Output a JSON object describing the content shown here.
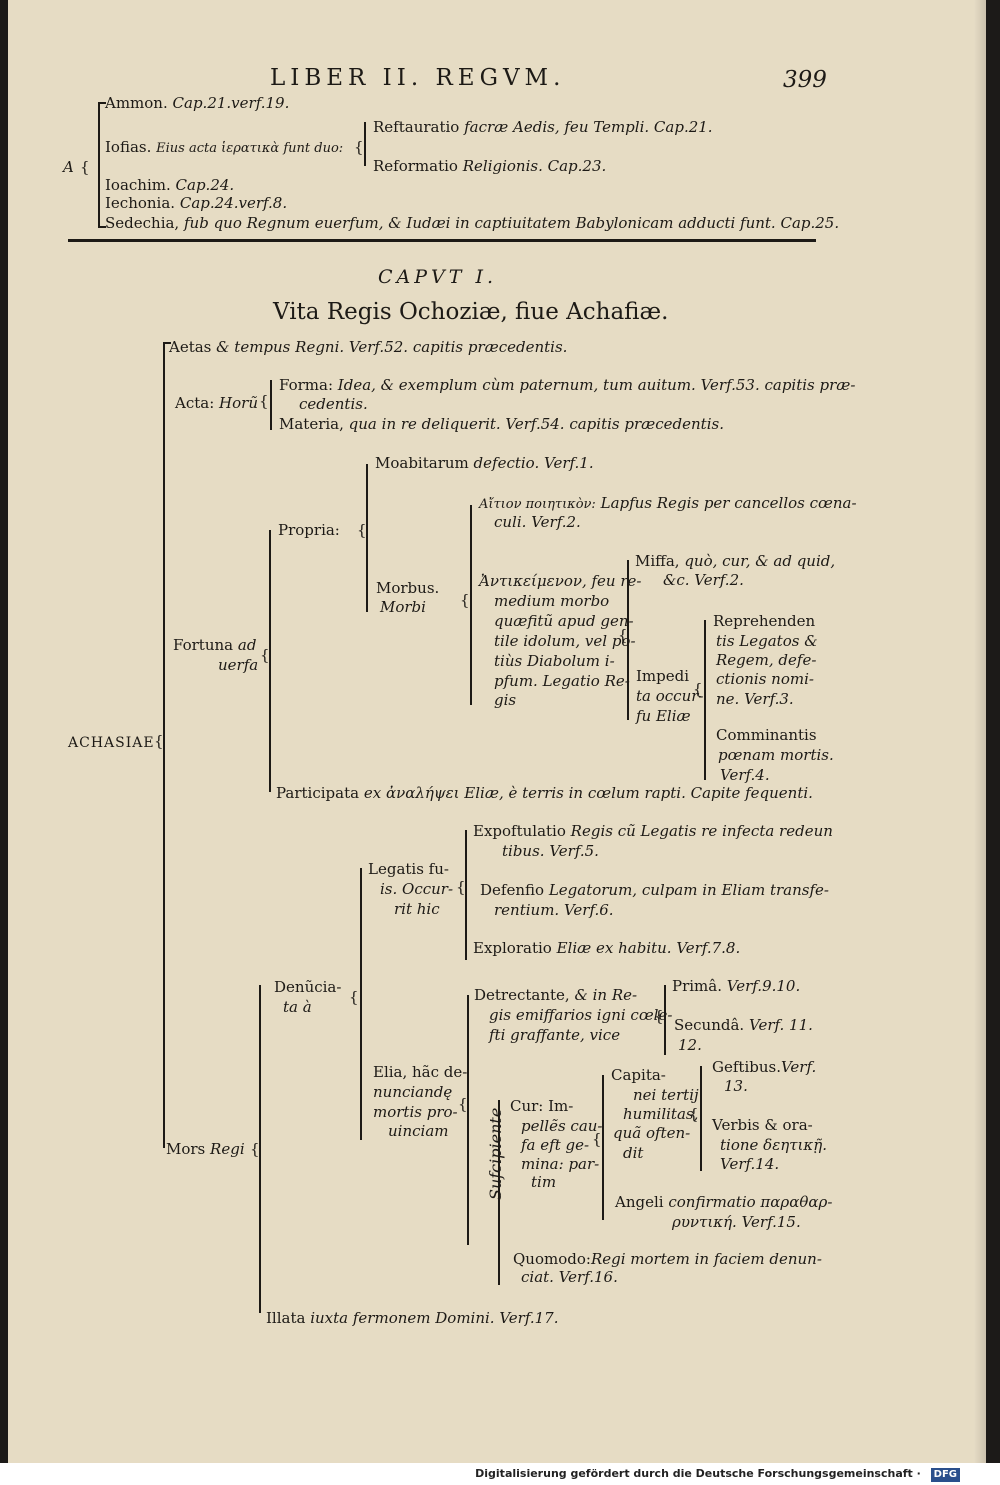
{
  "header": {
    "running_title": "LIBER II. REGVM.",
    "page_number": "399"
  },
  "top_table": {
    "root": "A",
    "items": [
      {
        "name": "Ammon.",
        "ref": "Cap.21.verf.19."
      },
      {
        "name": "Iofias.",
        "note": "Eius acta ἱερατικὰ funt duo:"
      },
      {
        "name": "Ioachim.",
        "ref": "Cap.24."
      },
      {
        "name": "Iechonia.",
        "ref": "Cap.24.verf.8."
      },
      {
        "name": "Sedechia,",
        "note": "fub quo Regnum euerfum, & Iudæi in captiuitatem Babylonicam adducti funt. Cap.25."
      }
    ],
    "iosias_sub": [
      {
        "name": "Reftauratio",
        "note": "facræ Aedis, feu Templi. Cap.21."
      },
      {
        "name": "Reformatio",
        "note": "Religionis. Cap.23."
      }
    ]
  },
  "chapter": {
    "label": "CAPVT I.",
    "title": "Vita Regis Ochoziæ, fiue Achafiæ."
  },
  "tree": {
    "root": "ACHASIAE",
    "aetas": {
      "name": "Aetas",
      "note": "& tempus Regni. Verf.52. capitis præcedentis."
    },
    "acta": {
      "name": "Acta:",
      "note": "Horũ"
    },
    "forma": {
      "name": "Forma:",
      "note1": "Idea, & exemplum cùm paternum, tum auitum. Verf.53. capitis præ-",
      "note2": "cedentis."
    },
    "materia": {
      "name": "Materia,",
      "note": "qua in re deliquerit. Verf.54. capitis præcedentis."
    },
    "fortuna": {
      "name": "Fortuna",
      "note1": "ad",
      "note2": "uerfa"
    },
    "propria": {
      "name": "Propria:"
    },
    "moabitarum": {
      "name": "Moabitarum",
      "note": "defectio. Verf.1."
    },
    "morbus": {
      "name1": "Morbus.",
      "name2": "Morbi"
    },
    "aition": {
      "greek": "Αἴτιον ποιητικὸν:",
      "note1": "Lapfus Regis per cancellos cœna-",
      "note2": "culi. Verf.2."
    },
    "antikeimenon": {
      "lines": [
        "Ἀντικείμενον, feu re-",
        "medium morbo",
        "quæfitũ apud gen-",
        "tile idolum, vel po-",
        "tiùs Diabolum i-",
        "pfum. Legatio Re-",
        "gis"
      ]
    },
    "missa": {
      "name": "Miffa,",
      "note1": "quò, cur, & ad quid,",
      "note2": "&c. Verf.2."
    },
    "impedita": {
      "name": "Impedi",
      "note1": "ta occur-",
      "note2": "fu Eliæ"
    },
    "reprehendentis": {
      "lines": [
        "Reprehenden",
        "tis Legatos &",
        "Regem, defe-",
        "ctionis nomi-",
        "ne. Verf.3."
      ]
    },
    "comminantis": {
      "lines": [
        "Comminantis",
        "pœnam mortis.",
        "Verf.4."
      ]
    },
    "participata": {
      "name": "Participata",
      "note": "ex ἀναλήψει Eliæ, è terris in cœlum rapti. Capite fequenti."
    },
    "legatis": {
      "lines": [
        "Legatis fu-",
        "is. Occur-",
        "rit hic"
      ]
    },
    "expostulatio": {
      "name": "Expoftulatio",
      "note1": "Regis cũ Legatis re infecta redeun",
      "note2": "tibus. Verf.5."
    },
    "defensio": {
      "name": "Defenfio",
      "note1": "Legatorum, culpam in Eliam transfe-",
      "note2": "rentium. Verf.6."
    },
    "exploratio": {
      "name": "Exploratio",
      "note": "Eliæ ex habitu. Verf.7.8."
    },
    "denunciata": {
      "name1": "Denũcia-",
      "name2": "ta à"
    },
    "detrectante": {
      "name": "Detrectante,",
      "note1": "& in Re-",
      "note2": "gis emiffarios igni cœle-",
      "note3": "fti graffante, vice"
    },
    "prima": {
      "name": "Primâ.",
      "note": "Verf.9.10."
    },
    "secunda": {
      "name": "Secundâ.",
      "note1": "Verf. 11.",
      "note2": "12."
    },
    "elia": {
      "lines": [
        "Elia, hãc de-",
        "nunciandę",
        "mortis pro-",
        "uinciam"
      ]
    },
    "suscipiente": "Sufcipiente",
    "cur": {
      "lines": [
        "Cur: Im-",
        "pellẽs cau-",
        "fa eft ge-",
        "mina: par-",
        "tim"
      ]
    },
    "capitanei": {
      "lines": [
        "Capita-",
        "nei tertij",
        "humilitas,",
        "quã often-",
        "dit"
      ]
    },
    "gestibus": {
      "name": "Geftibus.",
      "note1": "Verf.",
      "note2": "13."
    },
    "verbis": {
      "lines": [
        "Verbis & ora-",
        "tione δεητικῇ.",
        "Verf.14."
      ]
    },
    "angeli": {
      "name": "Angeli",
      "note1": "confirmatio παραθαρ-",
      "note2": "ρυντική. Verf.15."
    },
    "quomodo": {
      "name": "Quomodo:",
      "note1": "Regi mortem in faciem denun-",
      "note2": "ciat. Verf.16."
    },
    "mors": {
      "name": "Mors",
      "note": "Regi"
    },
    "illata": {
      "name": "Illata",
      "note": "iuxta fermonem Domini. Verf.17."
    }
  },
  "footer": {
    "text": "Digitalisierung gefördert durch die Deutsche Forschungsgemeinschaft",
    "logo": "DFG"
  }
}
